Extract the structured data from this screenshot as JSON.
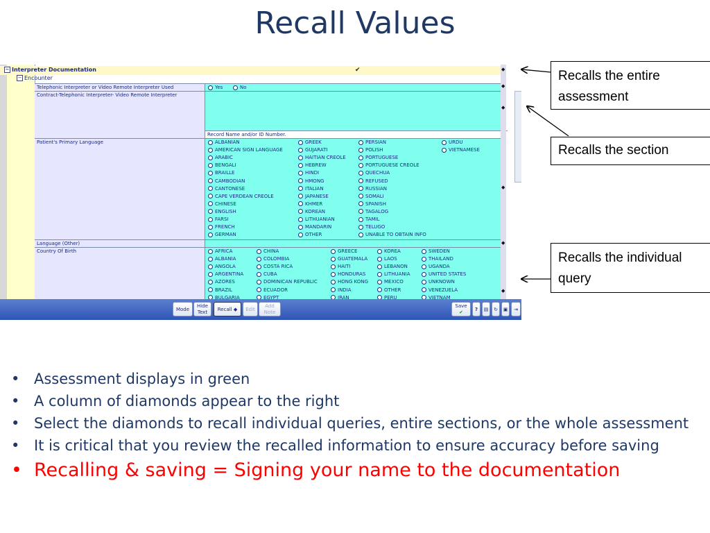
{
  "slide": {
    "title": "Recall Values"
  },
  "app": {
    "tree": {
      "section": "Interpreter Documentation",
      "subsection": "Encounter"
    },
    "rows": [
      {
        "label": "Telephonic Interpreter or Video Remote Interpreter Used",
        "options": [
          "Yes",
          "No"
        ]
      },
      {
        "label": "Contract-Telephonic Interpreter- Video Remote Interpreter",
        "record_placeholder": "Record Name and/or ID Number."
      },
      {
        "label": "Patient's Primary Language",
        "columns": [
          [
            "ALBANIAN",
            "AMERICAN SIGN LANGUAGE",
            "ARABIC",
            "BENGALI",
            "BRAILLE",
            "CAMBODIAN",
            "CANTONESE",
            "CAPE VERDEAN CREOLE",
            "CHINESE",
            "ENGLISH",
            "FARSI",
            "FRENCH",
            "GERMAN"
          ],
          [
            "GREEK",
            "GUJARATI",
            "HAITIAN CREOLE",
            "HEBREW",
            "HINDI",
            "HMONG",
            "ITALIAN",
            "JAPANESE",
            "KHMER",
            "KOREAN",
            "LITHUANIAN",
            "MANDARIN",
            "OTHER"
          ],
          [
            "PERSIAN",
            "POLISH",
            "PORTUGUESE",
            "PORTUGUESE CREOLE",
            "QUECHUA",
            "REFUSED",
            "RUSSIAN",
            "SOMALI",
            "SPANISH",
            "TAGALOG",
            "TAMIL",
            "TELUGO",
            "UNABLE TO OBTAIN INFO"
          ],
          [
            "URDU",
            "VIETNAMESE"
          ]
        ]
      },
      {
        "label": "Language (Other)"
      },
      {
        "label": "Country Of Birth",
        "columns": [
          [
            "AFRICA",
            "ALBANIA",
            "ANGOLA",
            "ARGENTINA",
            "AZORES",
            "BRAZIL",
            "BULGARIA"
          ],
          [
            "CHINA",
            "COLOMBIA",
            "COSTA RICA",
            "CUBA",
            "DOMINICAN REPUBLIC",
            "ECUADOR",
            "EGYPT"
          ],
          [
            "GREECE",
            "GUATEMALA",
            "HAITI",
            "HONDURAS",
            "HONG KONG",
            "INDIA",
            "IRAN"
          ],
          [
            "KOREA",
            "LAOS",
            "LEBANON",
            "LITHUANIA",
            "MEXICO",
            "OTHER",
            "PERU"
          ],
          [
            "SWEDEN",
            "THAILAND",
            "UGANDA",
            "UNITED STATES",
            "UNKNOWN",
            "VENEZUELA",
            "VIETNAM"
          ]
        ]
      }
    ],
    "toolbar": {
      "mode": "Mode",
      "hide_text": [
        "Hide",
        "Text"
      ],
      "recall": "Recall",
      "edit": "Edit",
      "add_note": [
        "Add",
        "Note"
      ],
      "save": "Save",
      "help": "?"
    }
  },
  "callouts": {
    "entire": "Recalls  the entire assessment",
    "section": "Recalls the section",
    "query": "Recalls the individual query"
  },
  "bullets": [
    "Assessment displays in green",
    "A column of diamonds appear to the right",
    "Select the diamonds to recall individual queries, entire sections, or the whole assessment",
    "It is critical that you review the recalled information to ensure accuracy before saving",
    "Recalling & saving = Signing your name to the documentation"
  ],
  "colors": {
    "title": "#1f3864",
    "emphasis": "#ff0000",
    "assessment_green": "#80ffee"
  }
}
